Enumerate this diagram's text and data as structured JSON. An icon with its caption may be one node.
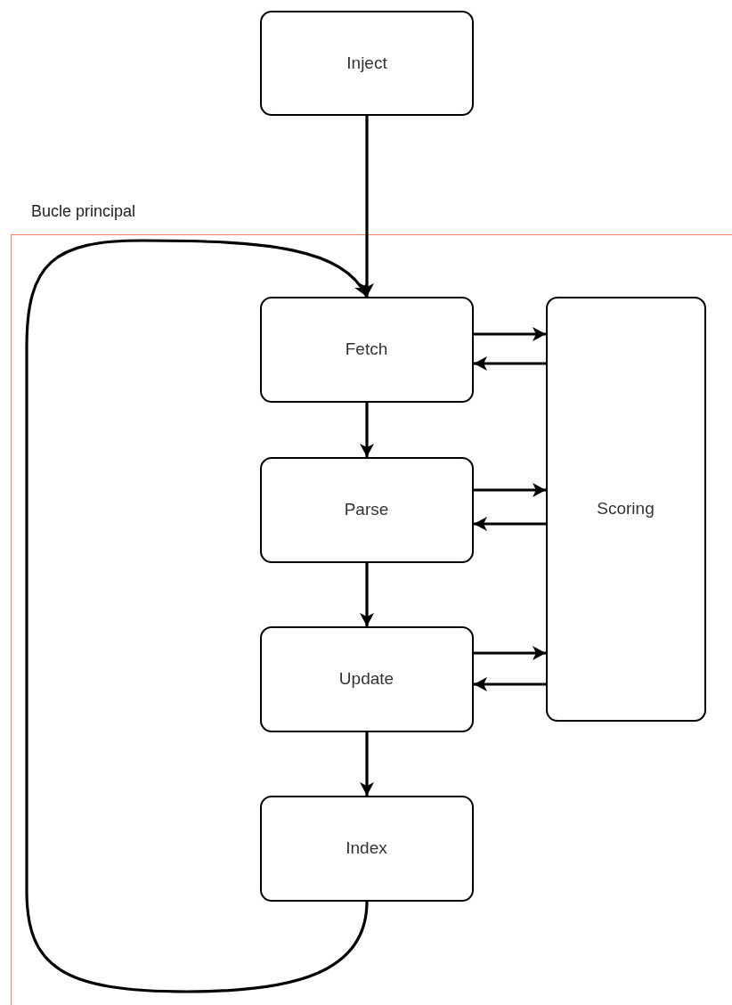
{
  "diagram": {
    "nodes": [
      {
        "text": [
          "Bucle principal"
        ]
      },
      {
        "text": [
          "Inject"
        ]
      },
      {
        "text": [
          "Fetch"
        ],
        "in": 0
      },
      {
        "text": [
          "Parse"
        ],
        "in": 0
      },
      {
        "text": [
          "Update"
        ],
        "in": 0
      },
      {
        "text": [
          "Index"
        ],
        "in": 0
      },
      {
        "text": [
          "Scoring"
        ],
        "in": 0
      }
    ],
    "edges": [
      {
        "from": 1,
        "to": 2,
        "arrow": "to"
      },
      {
        "from": 2,
        "to": 6,
        "arrow": "to"
      },
      {
        "from": 6,
        "to": 2,
        "arrow": "to"
      },
      {
        "from": 2,
        "to": 3,
        "arrow": "to"
      },
      {
        "from": 3,
        "to": 6,
        "arrow": "to"
      },
      {
        "from": 6,
        "to": 3,
        "arrow": "to"
      },
      {
        "from": 3,
        "to": 4,
        "arrow": "to"
      },
      {
        "from": 4,
        "to": 6,
        "arrow": "to"
      },
      {
        "from": 6,
        "to": 4,
        "arrow": "to"
      },
      {
        "from": 4,
        "to": 5,
        "arrow": "to"
      },
      {
        "from": 5,
        "to": 2,
        "arrow": "to"
      }
    ]
  }
}
